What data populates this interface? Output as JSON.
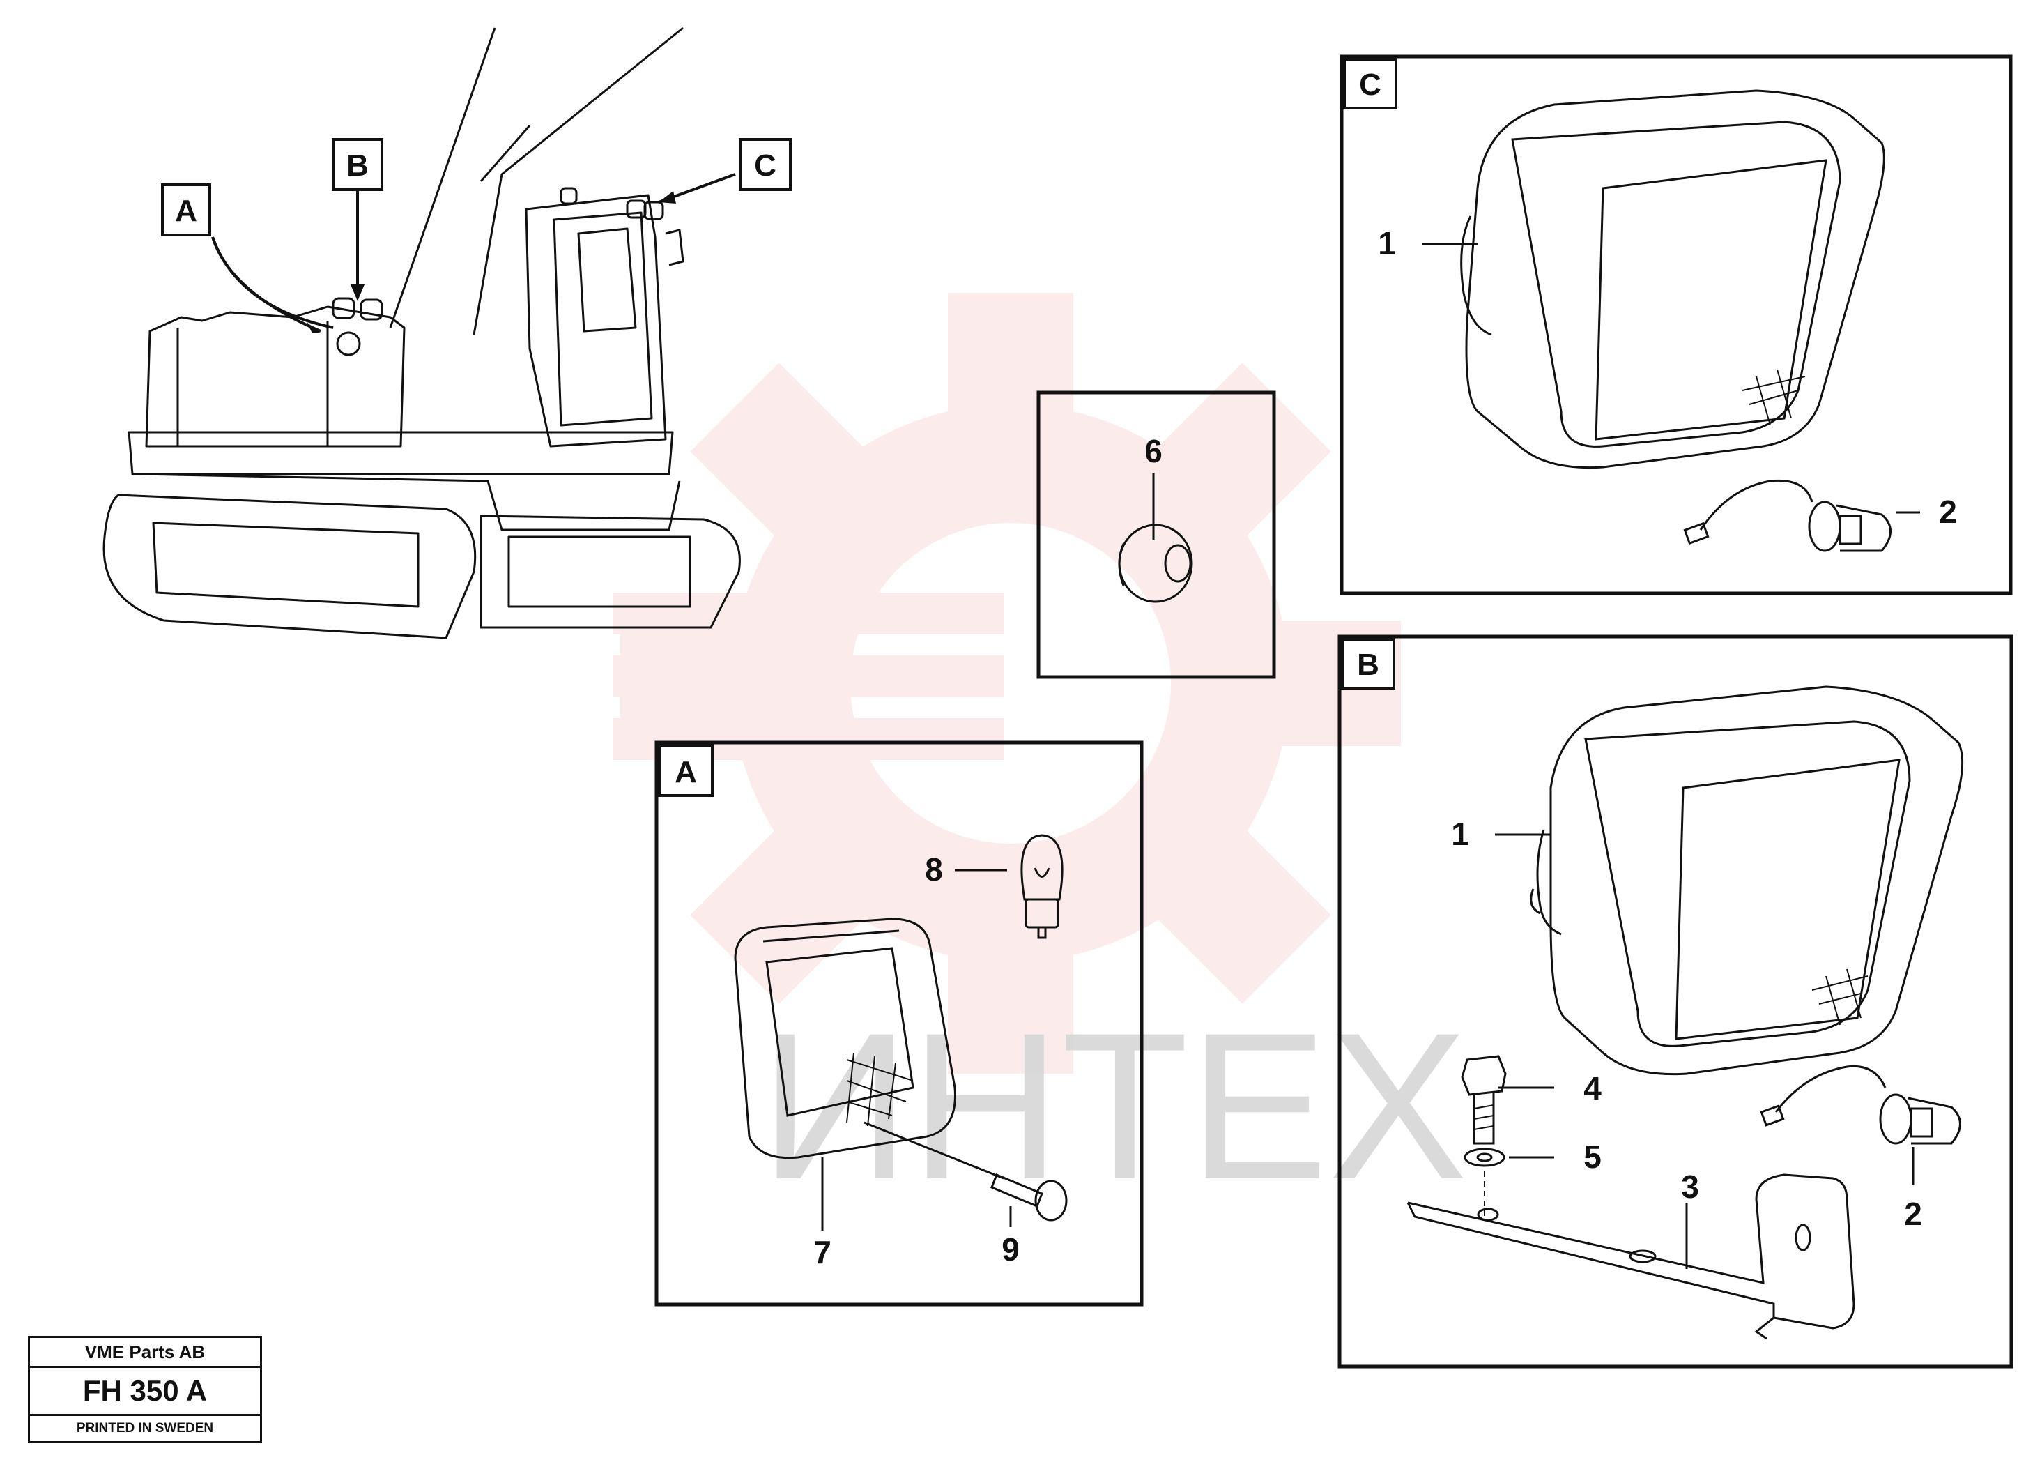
{
  "watermark": {
    "text": "ИНТЕХ",
    "color": "#f2a6a6"
  },
  "excavator_callouts": {
    "a": "A",
    "b": "B",
    "c": "C"
  },
  "panel_a": {
    "tag": "A",
    "labels": {
      "bulb": "8",
      "lamp": "7",
      "screw": "9"
    }
  },
  "panel_grommet": {
    "label": "6"
  },
  "panel_b": {
    "tag": "B",
    "labels": {
      "lamp": "1",
      "bulb": "2",
      "bracket": "3",
      "bolt": "4",
      "washer": "5"
    }
  },
  "panel_c": {
    "tag": "C",
    "labels": {
      "lamp": "1",
      "bulb": "2"
    }
  },
  "footer": {
    "company": "VME Parts AB",
    "code": "FH 350 A",
    "note": "PRINTED IN SWEDEN"
  }
}
